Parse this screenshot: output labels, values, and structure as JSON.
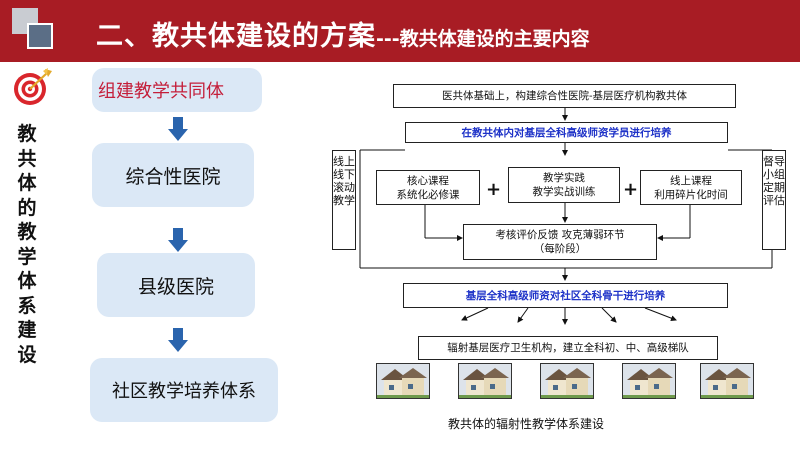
{
  "header": {
    "title_main": "二、教共体建设的方案",
    "title_sub": "---教共体建设的主要内容"
  },
  "side_vertical_text": "教共体的教学体系建设",
  "flow": {
    "items": [
      "组建教学共同体",
      "综合性医院",
      "县级医院",
      "社区教学培养体系"
    ]
  },
  "diagram": {
    "top_box": "医共体基础上，构建综合性医院-基层医疗机构教共体",
    "train_box": "在教共体内对基层全科高级师资学员进行培养",
    "left_vertical": "线上线下滚动教学",
    "right_vertical": "督导小组定期评估",
    "module1_line1": "核心课程",
    "module1_line2": "系统化必修课",
    "module2_line1": "教学实践",
    "module2_line2": "教学实战训练",
    "module3_line1": "线上课程",
    "module3_line2": "利用碎片化时间",
    "eval_line1": "考核评价反馈 攻克薄弱环节",
    "eval_line2": "（每阶段）",
    "community_box": "基层全科高级师资对社区全科骨干进行培养",
    "radiate_box": "辐射基层医疗卫生机构，建立全科初、中、高级梯队",
    "plus_symbol": "+",
    "caption": "教共体的辐射性教学体系建设"
  },
  "colors": {
    "header_red": "#a81c24",
    "flow_box_fill": "#dbe8f6",
    "flow_arrow_blue": "#2a64ad",
    "diagram_blue_text": "#1f33c8",
    "first_item_red": "#c41e3a"
  }
}
